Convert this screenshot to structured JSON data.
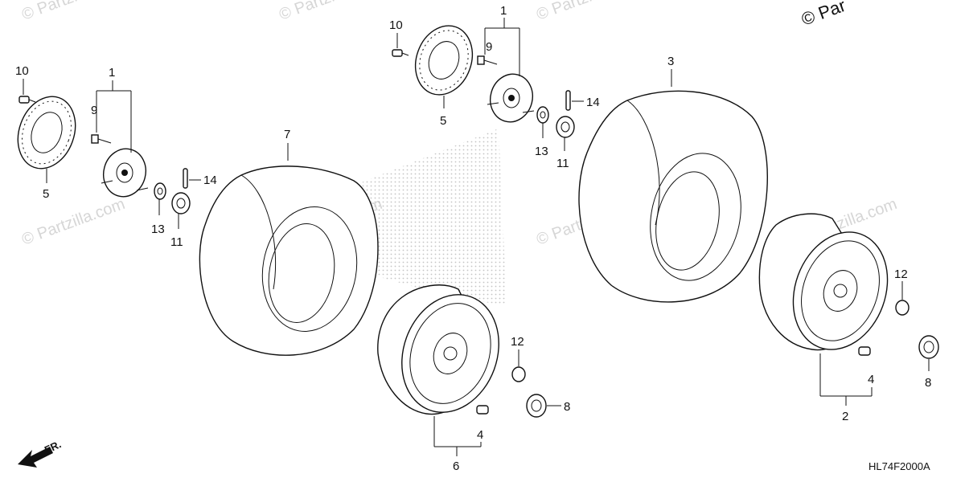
{
  "diagram": {
    "code": "HL74F2000A",
    "front_label": "FR.",
    "watermark": "© Partzilla.com",
    "copyright": "© Par"
  },
  "callouts": {
    "c1a": "1",
    "c1b": "1",
    "c2": "2",
    "c3": "3",
    "c4a": "4",
    "c4b": "4",
    "c5a": "5",
    "c5b": "5",
    "c6": "6",
    "c7": "7",
    "c8a": "8",
    "c8b": "8",
    "c9a": "9",
    "c9b": "9",
    "c10a": "10",
    "c10b": "10",
    "c11a": "11",
    "c11b": "11",
    "c12a": "12",
    "c12b": "12",
    "c13a": "13",
    "c13b": "13",
    "c14a": "14",
    "c14b": "14"
  }
}
